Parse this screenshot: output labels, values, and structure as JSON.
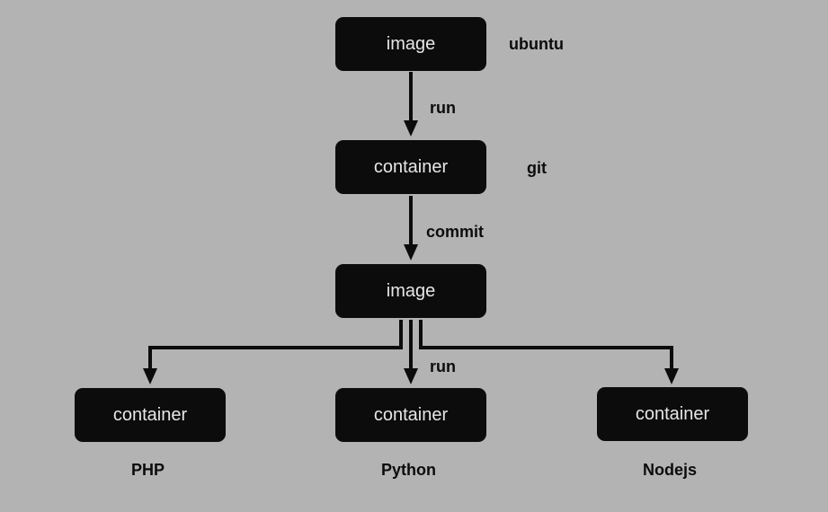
{
  "colors": {
    "background": "#b3b3b3",
    "node_fill": "#0c0c0c",
    "node_text": "#e6e6e6",
    "label_text": "#0c0c0c"
  },
  "nodes": {
    "base_image": "image",
    "git_container": "container",
    "committed_image": "image",
    "php_container": "container",
    "python_container": "container",
    "nodejs_container": "container"
  },
  "annotations": {
    "base_image": "ubuntu",
    "git_container": "git",
    "php": "PHP",
    "python": "Python",
    "nodejs": "Nodejs"
  },
  "edges": {
    "run_first": "run",
    "commit": "commit",
    "run_second": "run"
  }
}
